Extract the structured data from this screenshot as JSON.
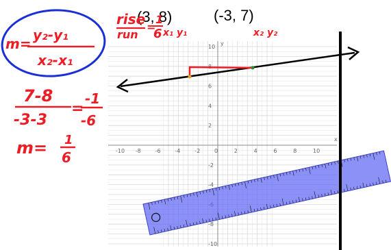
{
  "points": {
    "p1": "(3, 8)",
    "p2": "(-3, 7)"
  },
  "handwriting": {
    "formula_m": "m=",
    "formula_num": "y₂-y₁",
    "formula_den": "x₂-x₁",
    "rise": "rise",
    "run": "run",
    "rise_run_eq": "=",
    "frac_1": "1",
    "frac_6": "6",
    "label_x1y1": "x₁ y₁",
    "label_x2y2": "x₂ y₂",
    "calc_num": "7-8",
    "calc_den": "-3-3",
    "calc_eq": "=",
    "calc_r_num": "-1",
    "calc_r_den": "-6",
    "result_m": "m=",
    "result_num": "1",
    "result_den": "6"
  },
  "graph": {
    "x_ticks": [
      "-10",
      "-8",
      "-6",
      "-4",
      "-2",
      "0",
      "2",
      "4",
      "6",
      "8",
      "10"
    ],
    "y_ticks": [
      "10",
      "8",
      "6",
      "4",
      "2",
      "-2",
      "-4",
      "-6",
      "-8",
      "-10"
    ],
    "x_axis_label": "x",
    "y_axis_label": "y"
  },
  "colors": {
    "ink_red": "#ee1c25",
    "ink_blue": "#1b2fd6",
    "ruler": "#5b63f5",
    "grid": "#d8d8d8"
  }
}
